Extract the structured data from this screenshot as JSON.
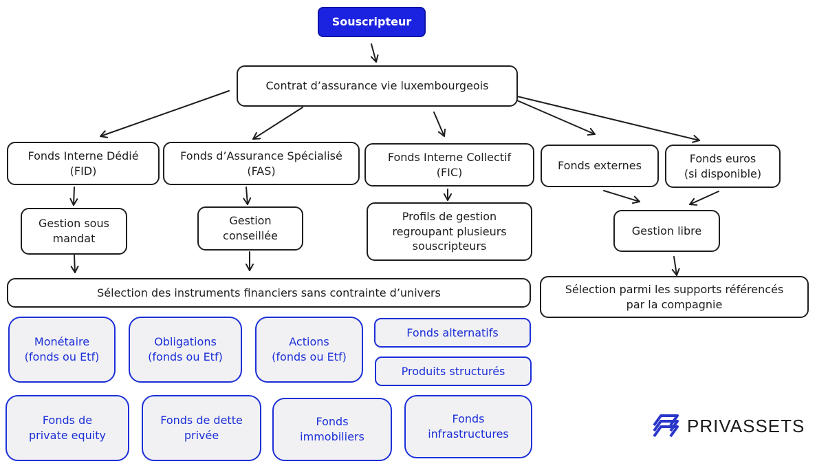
{
  "root": "Souscripteur",
  "contract": "Contrat d’assurance vie luxembourgeois",
  "funds": {
    "fid": "Fonds Interne Dédié\n(FID)",
    "fas": "Fonds d’Assurance Spécialisé\n(FAS)",
    "fic": "Fonds Interne Collectif\n(FIC)",
    "externes": "Fonds externes",
    "euros": "Fonds euros\n(si disponible)"
  },
  "management": {
    "mandat": "Gestion sous\nmandat",
    "conseillee": "Gestion\nconseillée",
    "profils": "Profils de gestion\nregroupant plusieurs\nsouscripteurs",
    "libre": "Gestion libre"
  },
  "selection": {
    "sans_contrainte": "Sélection des instruments financiers sans contrainte d’univers",
    "referencees": "Sélection parmi les supports référencés\npar la compagnie"
  },
  "instruments": {
    "monetaire": "Monétaire\n(fonds ou Etf)",
    "obligations": "Obligations\n(fonds ou Etf)",
    "actions": "Actions\n(fonds ou Etf)",
    "alternatifs": "Fonds alternatifs",
    "structures": "Produits structurés",
    "private_equity": "Fonds de\nprivate equity",
    "dette_privee": "Fonds de dette\nprivée",
    "immobiliers": "Fonds\nimmobiliers",
    "infrastructures": "Fonds\ninfrastructures"
  },
  "brand": {
    "name": "PRIVASSETS",
    "icon": "privassets-logo-icon"
  },
  "colors": {
    "accent": "#1c23e0",
    "instrument_border": "#1c2fd8",
    "instrument_fill": "#f1f1f4",
    "ink": "#1e1e1e"
  }
}
